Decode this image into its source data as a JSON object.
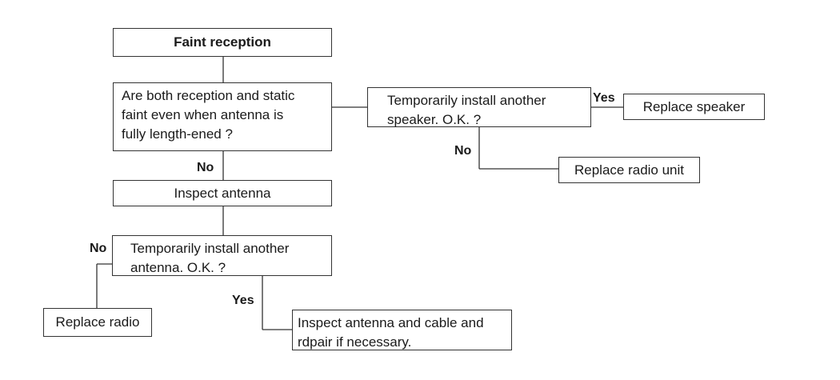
{
  "nodes": {
    "start": {
      "text": "Faint reception"
    },
    "q1": {
      "lines": [
        "Are both reception and static",
        "faint even when antenna is",
        "fully length-ened ?"
      ]
    },
    "inspect_antenna": {
      "text": "Inspect antenna"
    },
    "q2": {
      "lines": [
        "Temporarily install another",
        "antenna. O.K. ?"
      ]
    },
    "replace_radio": {
      "text": "Replace radio"
    },
    "inspect_cable": {
      "lines": [
        "Inspect antenna and cable and",
        "rdpair if necessary."
      ]
    },
    "q3": {
      "lines": [
        "Temporarily install another",
        "speaker. O.K. ?"
      ]
    },
    "replace_speaker": {
      "text": "Replace speaker"
    },
    "replace_radio_unit": {
      "text": "Replace radio unit"
    }
  },
  "labels": {
    "q1_no": "No",
    "q2_no": "No",
    "q2_yes": "Yes",
    "q3_yes": "Yes",
    "q3_no": "No"
  }
}
